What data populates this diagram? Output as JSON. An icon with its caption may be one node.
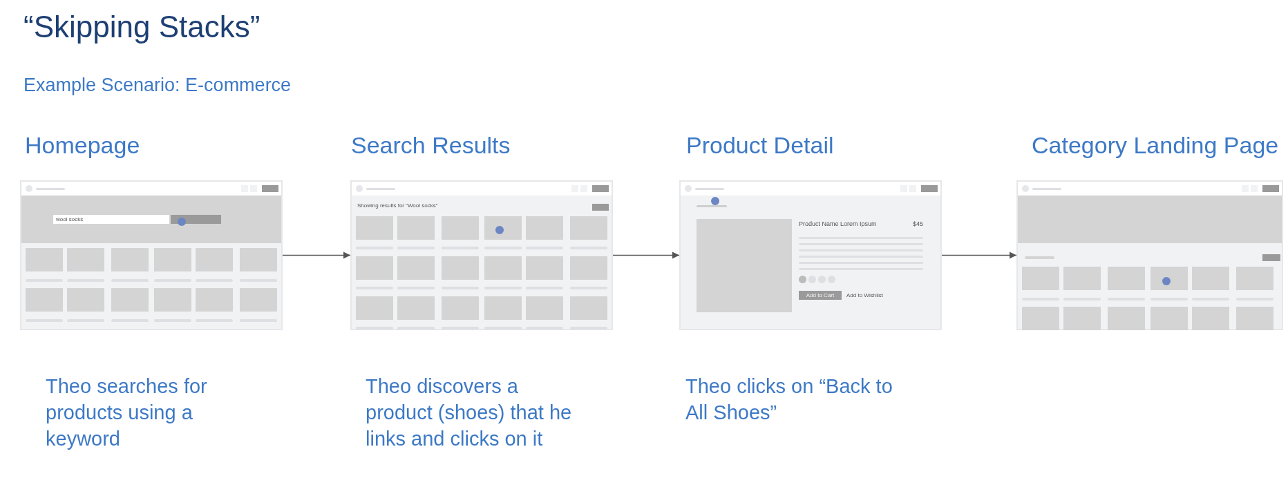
{
  "diagram": {
    "title": "“Skipping Stacks”",
    "nodes": [
      {
        "text": [
          "Homepage"
        ],
        "beside": [
          "Theo searches for products using a keyword"
        ]
      },
      {
        "text": [
          "Search Results"
        ],
        "beside": [
          "Theo discovers a product (shoes) that he links and clicks on it"
        ]
      },
      {
        "text": [
          "Product Detail"
        ],
        "beside": [
          "Theo clicks on “Back to All Shoes”"
        ]
      },
      {
        "text": [
          "Category Landing Page"
        ]
      }
    ],
    "edges": [
      {
        "from": 0,
        "to": 1,
        "arrow": "to"
      },
      {
        "from": 1,
        "to": 2,
        "arrow": "to"
      },
      {
        "from": 2,
        "to": 3,
        "arrow": "to"
      }
    ],
    "labels": [
      "Example Scenario: E-commerce",
      "wool socks",
      "Showing results for “Wool socks”",
      "Product Name Lorem Ipsum",
      "$45",
      "Add to Cart",
      "Add to Wishlist"
    ]
  }
}
